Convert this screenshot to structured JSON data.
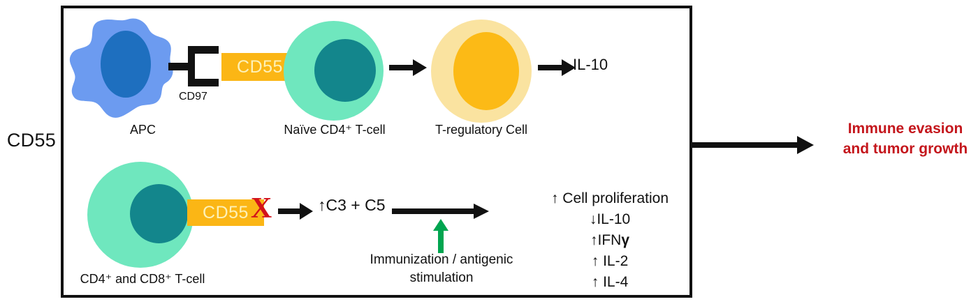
{
  "figure": {
    "left_title": "CD55",
    "final_outcome_line1": "Immune evasion",
    "final_outcome_line2": "and tumor growth",
    "final_outcome_color": "#C4161C"
  },
  "top_pathway": {
    "apc_label": "APC",
    "receptor_label": "CD97",
    "ligand_label": "CD55",
    "naive_tcell_label": "Naïve CD4⁺ T-cell",
    "treg_label": "T-regulatory Cell",
    "cytokine_output": "IL-10"
  },
  "bottom_pathway": {
    "tcell_label": "CD4⁺ and CD8⁺ T-cell",
    "ligand_label": "CD55",
    "blocked_marker": "X",
    "complement_label": "↑C3 + C5",
    "stimulus_line1": "Immunization / antigenic",
    "stimulus_line2": "stimulation",
    "outcomes": [
      "↑ Cell proliferation",
      "↓IL-10",
      "↑IFNγ",
      "↑ IL-2",
      "↑ IL-4"
    ]
  },
  "colors": {
    "apc_body": "#6C9BF0",
    "apc_nucleus": "#1E6FBF",
    "tcell_body": "#6FE7BE",
    "tcell_nucleus": "#13868C",
    "treg_body": "#FAE3A0",
    "treg_nucleus": "#FCBA16",
    "ligand_bar": "#FBB615",
    "ligand_text": "#FDF1B8",
    "blocked_x": "#D3121A",
    "stimulus_arrow": "#00A550",
    "outline": "#111111"
  }
}
